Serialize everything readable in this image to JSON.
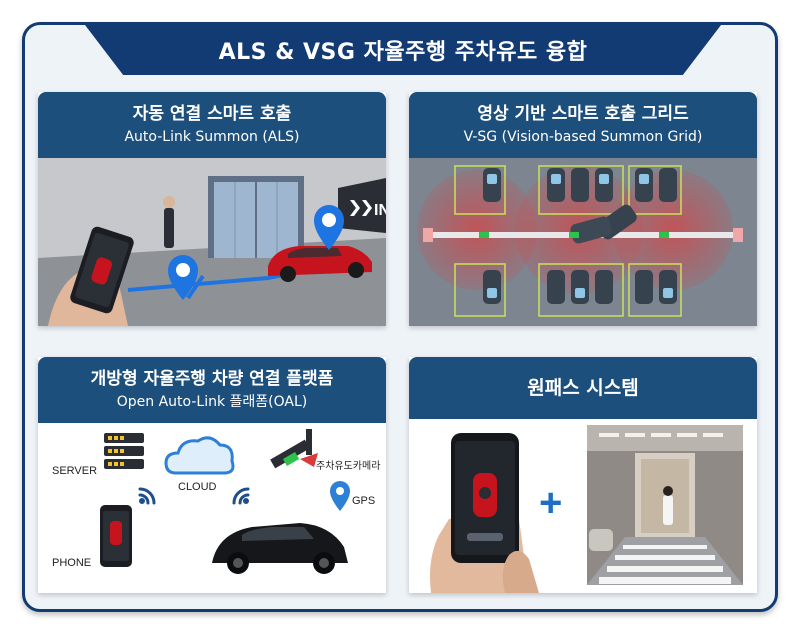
{
  "title": "ALS & VSG 자율주행 주차유도 융합",
  "panels": {
    "als": {
      "title": "자동 연결 스마트 호출",
      "subtitle": "Auto-Link Summon (ALS)"
    },
    "vsg": {
      "title": "영상 기반 스마트 호출 그리드",
      "subtitle": "V-SG (Vision-based Summon Grid)"
    },
    "oal": {
      "title": "개방형 자율주행 차량 연결 플랫폼",
      "subtitle": "Open Auto-Link 플래폼(OAL)",
      "labels": {
        "server": "SERVER",
        "cloud": "CLOUD",
        "camera": "주차유도카메라",
        "gps": "GPS",
        "phone": "PHONE"
      }
    },
    "onepass": {
      "title": "원패스 시스템",
      "plus": "+"
    }
  },
  "colors": {
    "navy": "#123a73",
    "panel_header": "#1d4f7c",
    "accent_blue": "#1d6fc4"
  }
}
